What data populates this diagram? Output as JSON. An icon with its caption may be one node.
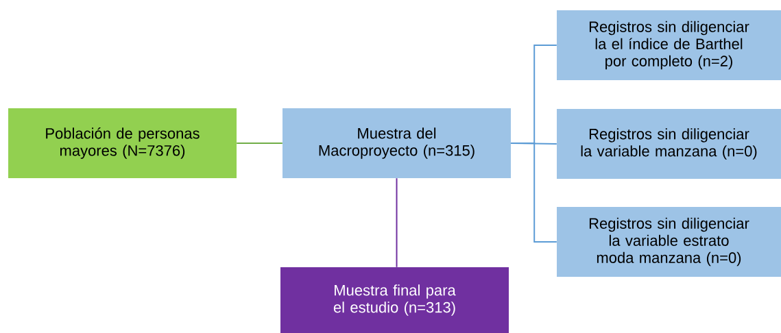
{
  "diagram": {
    "nodes": [
      {
        "text": [
          "Población de personas mayores (N=7376)"
        ]
      },
      {
        "text": [
          "Muestra del Macroproyecto (n=315)"
        ]
      },
      {
        "text": [
          "Registros sin diligenciar la el índice de Barthel por completo (n=2)"
        ]
      },
      {
        "text": [
          "Registros sin diligenciar la variable manzana (n=0)"
        ]
      },
      {
        "text": [
          "Registros sin diligenciar la variable estrato moda manzana (n=0)"
        ]
      },
      {
        "text": [
          "Muestra final para el estudio (n=313)"
        ]
      }
    ],
    "edges": [
      {
        "from": 0,
        "to": 1,
        "arrow": "none",
        "color": "#70ad47"
      },
      {
        "from": 1,
        "to": 2,
        "arrow": "none"
      },
      {
        "from": 1,
        "to": 3,
        "arrow": "none"
      },
      {
        "from": 1,
        "to": 4,
        "arrow": "none"
      },
      {
        "from": 1,
        "to": 5,
        "arrow": "none",
        "color": "#7030a0"
      }
    ]
  }
}
